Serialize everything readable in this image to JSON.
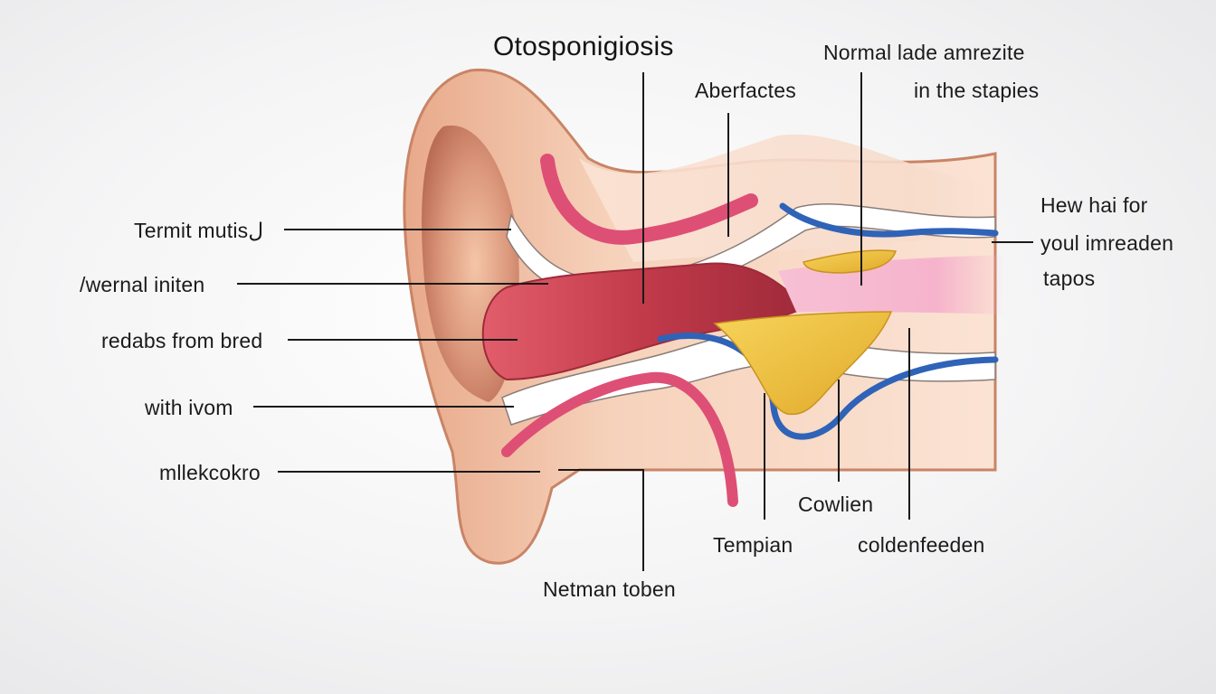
{
  "diagram": {
    "title": "Otosponigiosis",
    "labels_top": {
      "aberfactes": "Aberfactes",
      "normal_line1": "Normal lade amrezite",
      "normal_line2": "in the stapies"
    },
    "labels_left": {
      "termit": "Termit mutisل",
      "wernal": "/wernal initen",
      "redabs": "redabs from bred",
      "with_ivom": "with ivom",
      "mllekcokro": "mllekcokro"
    },
    "labels_right": {
      "hew_line1": "Hew hai for",
      "hew_line2": "youl imreaden",
      "hew_line3": "tapos"
    },
    "labels_bottom": {
      "netman": "Netman toben",
      "tempian": "Tempian",
      "cowlien": "Cowlien",
      "coldenfeeden": "coldenfeeden"
    },
    "colors": {
      "skin": "#f3c9ab",
      "skin_dark": "#c98466",
      "canal_red": "#c73f4f",
      "pink_vessel": "#de4f76",
      "blue_vessel": "#2f63b8",
      "ossicle_yellow": "#f0c23e",
      "tube_pink": "#f6b4cc",
      "line": "#1a1a1a"
    }
  }
}
